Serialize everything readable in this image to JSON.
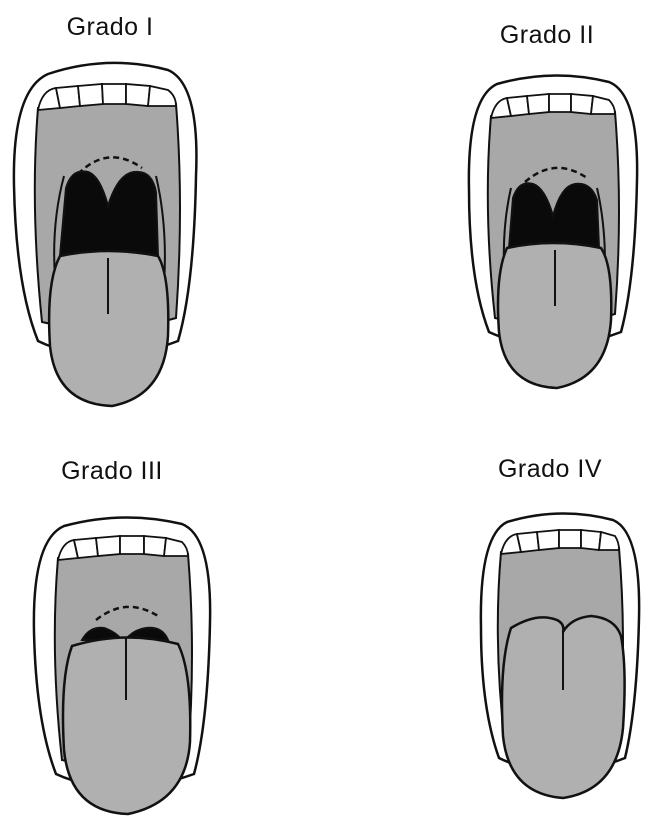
{
  "panels": [
    {
      "title": "Grado I"
    },
    {
      "title": "Grado II"
    },
    {
      "title": "Grado III"
    },
    {
      "title": "Grado IV"
    }
  ],
  "colors": {
    "background": "#ffffff",
    "outline": "#111111",
    "oral_cavity": "#a8a8a8",
    "tongue": "#b0b0b0",
    "pharynx": "#0a0a0a",
    "teeth": "#ffffff"
  }
}
